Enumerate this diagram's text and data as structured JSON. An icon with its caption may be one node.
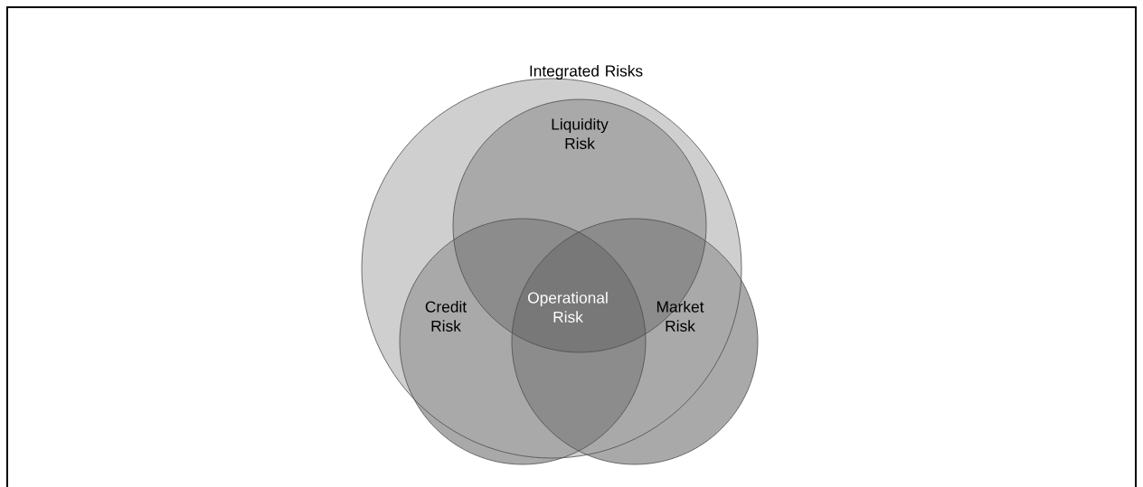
{
  "diagram": {
    "nodes": [
      {
        "text": [
          "Integrated Risks"
        ]
      },
      {
        "text": [
          "Liquidity Risk"
        ],
        "in": 0
      },
      {
        "text": [
          "Credit Risk"
        ],
        "in": 0
      },
      {
        "text": [
          "Market Risk"
        ],
        "in": 0
      }
    ],
    "edges": [],
    "labels": [
      "Operational Risk"
    ]
  }
}
